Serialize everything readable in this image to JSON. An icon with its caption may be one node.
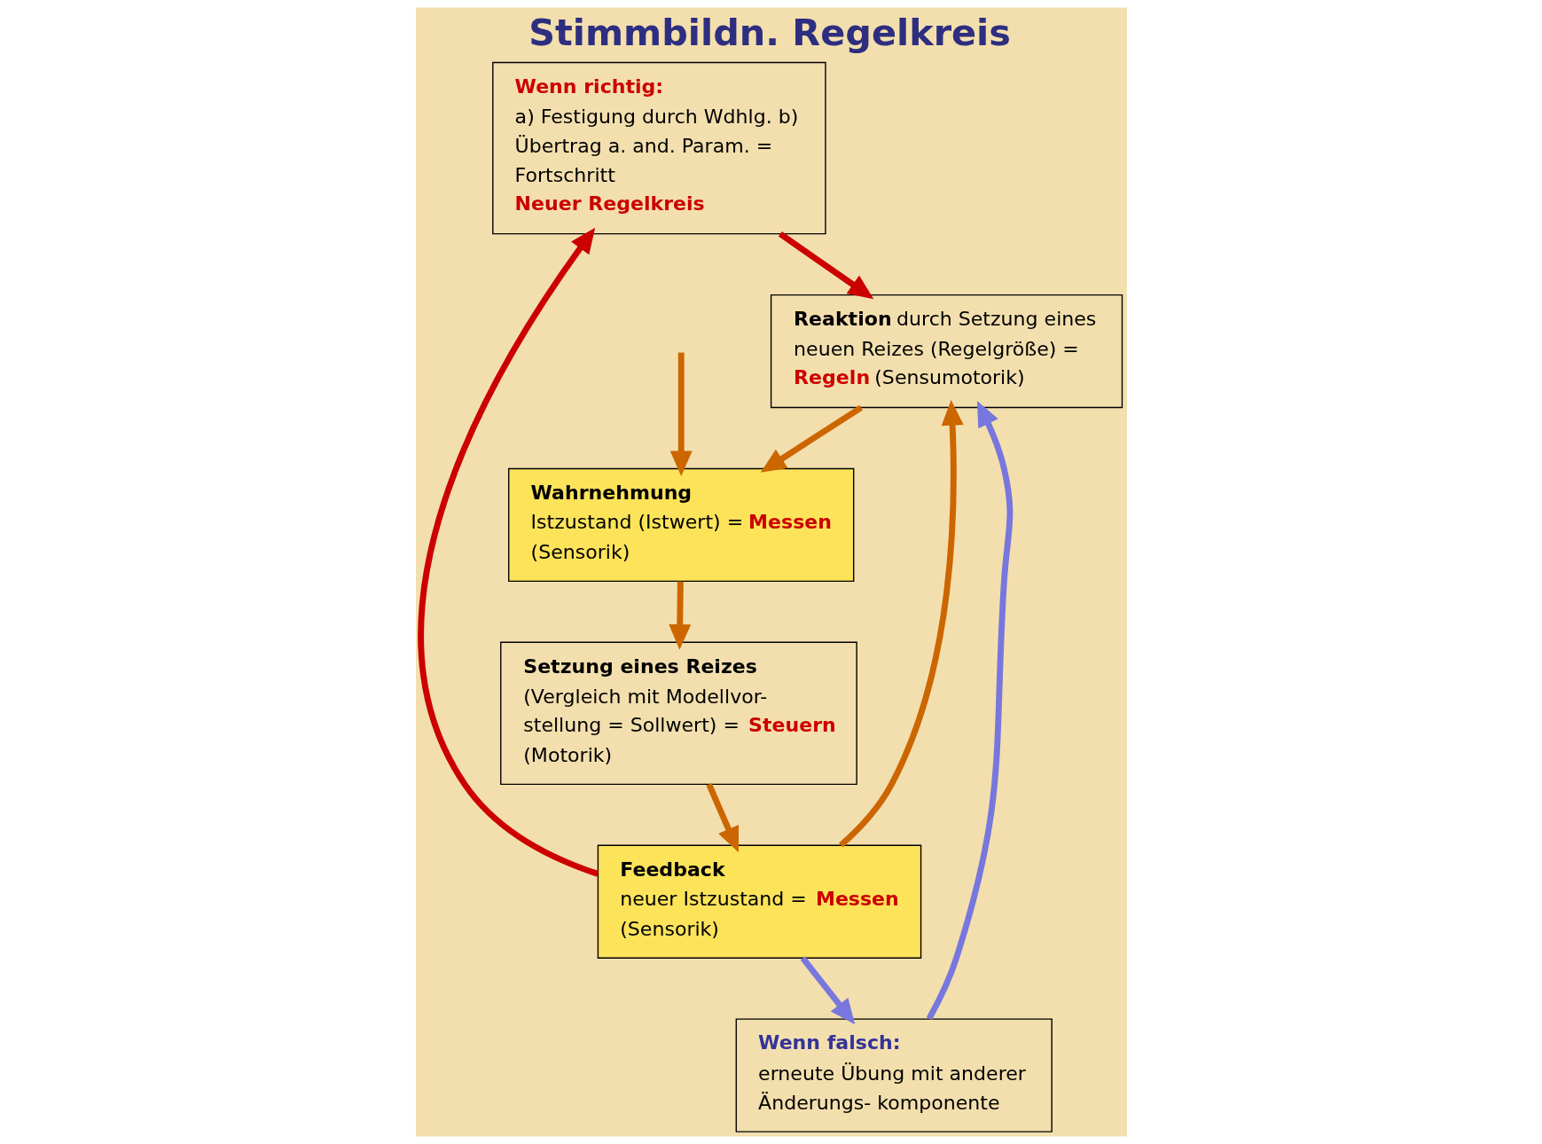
{
  "diagram": {
    "title": "Stimmbildn. Regelkreis",
    "nodes": [
      {
        "text": [
          "Wenn richtig:",
          "a) Festigung durch Wdhlg. b) Übertrag a. and. Param. = Fortschritt",
          "Neuer Regelkreis"
        ]
      },
      {
        "text": [
          "Wenn falsch:",
          "erneute Übung mit anderer Änderungs- komponente"
        ]
      },
      {
        "text": [
          "**Reaktion** durch Setzung eines neuen Reizes (Regelgröße) = **Regeln** (Sensumotorik)"
        ]
      },
      {
        "text": [
          "Wahrnehmung",
          "Istzustand (Istwert) = **Messen** (Sensorik)"
        ]
      },
      {
        "text": [
          "Feedback",
          "neuer Istzustand = **Messen** (Sensorik)"
        ]
      },
      {
        "text": [
          "Setzung eines Reizes",
          "(Vergleich mit Modellvor- stellung = Sollwert) = **Steuern** (Motorik)"
        ]
      }
    ],
    "edges": [
      {
        "from": null,
        "to": 3,
        "arrow": "to"
      },
      {
        "from": 2,
        "to": 3,
        "arrow": "to"
      },
      {
        "from": 3,
        "to": 5,
        "arrow": "to"
      },
      {
        "from": 5,
        "to": 4,
        "arrow": "to"
      },
      {
        "from": 4,
        "to": 2,
        "arrow": "to"
      },
      {
        "from": 4,
        "to": 1,
        "arrow": "to",
        "color": "#7777dd"
      },
      {
        "from": 1,
        "to": 2,
        "arrow": "to",
        "color": "#7777dd"
      },
      {
        "from": 4,
        "to": 0,
        "arrow": "to",
        "color": "#cc0000"
      },
      {
        "from": 0,
        "to": 2,
        "arrow": "to",
        "color": "#cc0000"
      }
    ]
  }
}
